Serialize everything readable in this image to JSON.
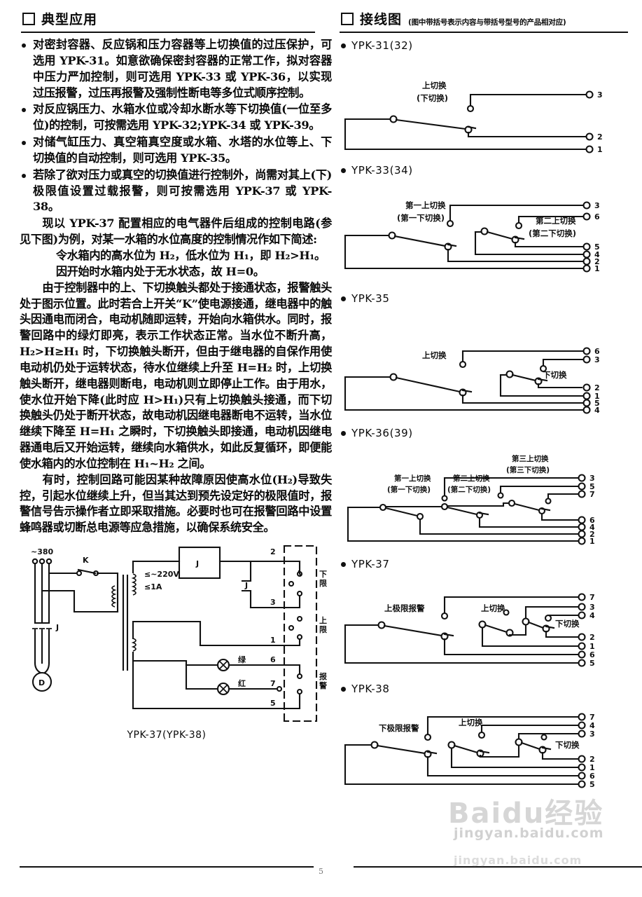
{
  "document": {
    "page_number": "5",
    "watermark": {
      "main": "Baidu经验",
      "sub": "jingyan.baidu.com",
      "bottom": "jingyan.baidu.com"
    }
  },
  "left_column": {
    "header": {
      "title": "典型应用",
      "note": ""
    },
    "bullets": [
      "对密封容器、反应锅和压力容器等上切换值的过压保护，可选用 YPK-31。如意欲确保密封容器的正常工作，拟对容器中压力严加控制，则可选用 YPK-33 或 YPK-36，以实现过压报警，过压再报警及强制性断电等多位式顺序控制。",
      "对反应锅压力、水箱水位或冷却水断水等下切换值(一位至多位)的控制，可按需选用 YPK-32;YPK-34 或 YPK-39。",
      "对储气缸压力、真空箱真空度或水箱、水塔的水位等上、下切换值的自动控制，则可选用 YPK-35。",
      "若除了欲对压力或真空的切换值进行控制外，尚需对其上(下)极限值设置过载报警，则可按需选用 YPK-37 或 YPK-38。"
    ],
    "paragraphs": [
      "现以 YPK-37 配置相应的电气器件后组成的控制电路(参见下图)为例，对某一水箱的水位高度的控制情况作如下简述:",
      "令水箱内的高水位为 H₂，低水位为 H₁，即 H₂>H₁。",
      "因开始时水箱内处于无水状态，故 H=0。",
      "由于控制器中的上、下切换触头都处于接通状态，报警触头处于图示位置。此时若合上开关“K”使电源接通，继电器中的触头因通电而闭合，电动机随即运转，开始向水箱供水。同时，报警回路中的绿灯即亮，表示工作状态正常。当水位不断升高，H₂>H≥H₁ 时，下切换触头断开，但由于继电器的自保作用使电动机仍处于运转状态，待水位继续上升至 H=H₂ 时，上切换触头断开，继电器则断电，电动机则立即停止工作。由于用水，使水位开始下降(此时应 H>H₁)只有上切换触头接通，而下切换触头仍处于断开状态，故电动机因继电器断电不运转，当水位继续下降至 H=H₁ 之瞬时，下切换触头即接通，电动机因继电器通电后又开始运转，继续向水箱供水，如此反复循环，即便能使水箱内的水位控制在 H₁~H₂ 之间。",
      "有时，控制回路可能因某种故障原因使高水位(H₂)导致失控，引起水位继续上升，但当其达到预先设定好的极限值时，报警信号告示操作者立即采取措施。必要时也可在报警回路中设置蜂鸣器或切断总电源等应急措施，以确保系统安全。"
    ],
    "circuit": {
      "caption": "YPK-37(YPK-38)",
      "supply_label": "~380",
      "switch_label": "K",
      "relay_label": "J",
      "relay_coil_label": "J",
      "relay_aux_label": "J",
      "motor_label": "D",
      "voltage_spec": "≤~220V",
      "current_spec": "≤1A",
      "lamp_green": "绿",
      "lamp_red": "红",
      "terminals": [
        "2",
        "3",
        "1",
        "6",
        "7",
        "5"
      ],
      "side_labels": [
        "下限",
        "上限",
        "报警"
      ]
    }
  },
  "right_column": {
    "header": {
      "title": "接线图",
      "note": "(图中带括号表示内容与带括号型号的产品相对应)"
    },
    "diagrams": [
      {
        "label": "YPK-31(32)",
        "terminals": [
          "3",
          "2",
          "1"
        ],
        "contact_labels": [
          "上切换",
          "(下切换)"
        ]
      },
      {
        "label": "YPK-33(34)",
        "terminals": [
          "3",
          "6",
          "5",
          "4",
          "2",
          "1"
        ],
        "contact_labels": [
          "第一上切换",
          "(第一下切换)",
          "第二上切换",
          "(第二下切换)"
        ]
      },
      {
        "label": "YPK-35",
        "terminals": [
          "6",
          "3",
          "2",
          "1",
          "5",
          "4"
        ],
        "contact_labels": [
          "上切换",
          "下切换"
        ]
      },
      {
        "label": "YPK-36(39)",
        "terminals": [
          "3",
          "5",
          "7",
          "6",
          "4",
          "2",
          "1"
        ],
        "contact_labels": [
          "第一上切换",
          "(第一下切换)",
          "第二上切换",
          "(第二下切换)",
          "第三上切换",
          "(第三下切换)"
        ]
      },
      {
        "label": "YPK-37",
        "terminals": [
          "7",
          "3",
          "4",
          "2",
          "1",
          "6",
          "5"
        ],
        "contact_labels": [
          "上极限报警",
          "上切换",
          "下切换"
        ]
      },
      {
        "label": "YPK-38",
        "terminals": [
          "7",
          "4",
          "3",
          "2",
          "1",
          "6",
          "5"
        ],
        "contact_labels": [
          "下极限报警",
          "上切换",
          "下切换"
        ]
      }
    ]
  }
}
